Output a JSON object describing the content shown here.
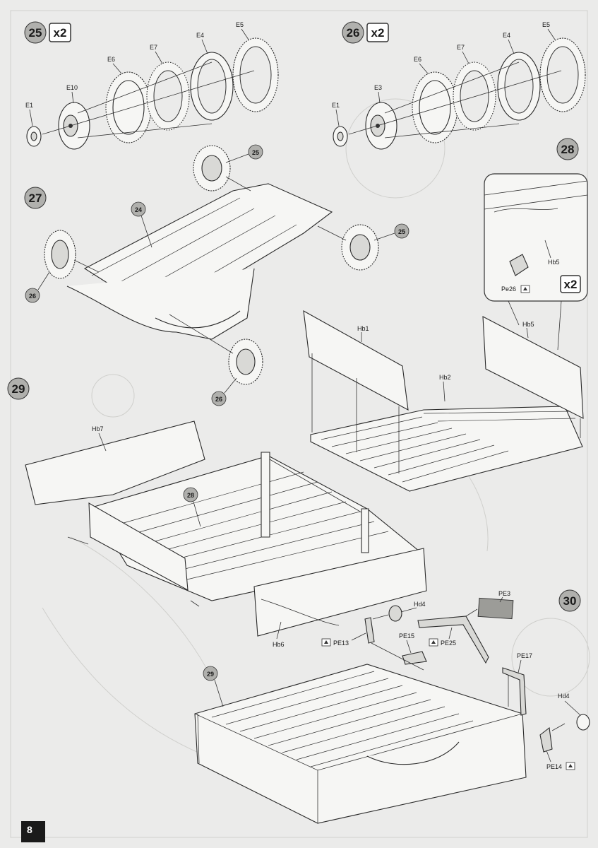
{
  "steps": [
    {
      "number": "25",
      "multiplier": "x2"
    },
    {
      "number": "26",
      "multiplier": "x2"
    },
    {
      "number": "27"
    },
    {
      "number": "28",
      "multiplier": "x2"
    },
    {
      "number": "29"
    },
    {
      "number": "30"
    }
  ],
  "labels": {
    "s25_e1": "E1",
    "s25_e10": "E10",
    "s25_e6": "E6",
    "s25_e7": "E7",
    "s25_e4": "E4",
    "s25_e5": "E5",
    "s26_e1": "E1",
    "s26_e3": "E3",
    "s26_e6": "E6",
    "s26_e7": "E7",
    "s26_e4": "E4",
    "s26_e5": "E5",
    "s27_24": "24",
    "s27_25a": "25",
    "s27_25b": "25",
    "s27_26a": "26",
    "s27_26b": "26",
    "s28_hb5_detail": "Hb5",
    "s28_pe26": "Pe26",
    "s28_hb5": "Hb5",
    "s28_hb1": "Hb1",
    "s28_hb2": "Hb2",
    "s29_hb7": "Hb7",
    "s29_28": "28",
    "s29_hb6": "Hb6",
    "s30_hd4a": "Hd4",
    "s30_pe13": "PE13",
    "s30_pe15": "PE15",
    "s30_pe25": "PE25",
    "s30_pe3": "PE3",
    "s30_pe17": "PE17",
    "s30_hd4b": "Hd4",
    "s30_pe14": "PE14",
    "s30_29": "29"
  },
  "page_number": "8",
  "colors": {
    "background": "#ebebea",
    "line": "#2a2a2a",
    "callout": "#b0b0ad",
    "label_box": "#1a1a1a"
  },
  "icons": [
    "photo-etch-icon"
  ]
}
